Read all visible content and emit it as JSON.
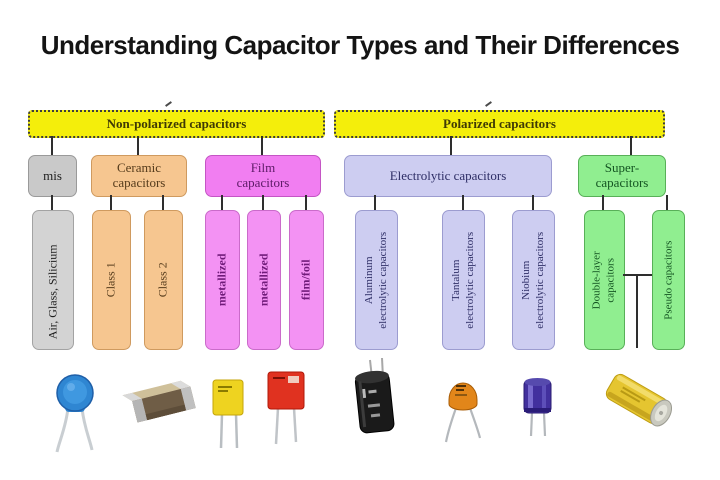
{
  "title": "Understanding Capacitor Types and Their Differences",
  "groups": {
    "non_polarized": {
      "label": "Non-polarized capacitors",
      "color": "#f4ee0b"
    },
    "polarized": {
      "label": "Polarized capacitors",
      "color": "#f4ee0b"
    }
  },
  "categories": {
    "mis": {
      "label": "mis",
      "color": "#c9c9c9"
    },
    "ceramic": {
      "label": "Ceramic capacitors",
      "color": "#f6c690"
    },
    "film": {
      "label": "Film capacitors",
      "color": "#f17ef1"
    },
    "electrolytic": {
      "label": "Electrolytic capacitors",
      "color": "#cdcdf1"
    },
    "supercap": {
      "label": "Super-capacitors",
      "color": "#90ee90"
    }
  },
  "subtypes": {
    "air_glass_silicium": {
      "lines": [
        "Air, Glass, Silicium"
      ]
    },
    "class_1": {
      "lines": [
        "Class 1"
      ]
    },
    "class_2": {
      "lines": [
        "Class 2"
      ]
    },
    "metallized_1": {
      "lines": [
        "metallized"
      ]
    },
    "metallized_2": {
      "lines": [
        "metallized"
      ]
    },
    "film_foil": {
      "lines": [
        "film/foil"
      ]
    },
    "aluminum": {
      "lines": [
        "Aluminum",
        "electrolytic capacitors"
      ]
    },
    "tantalum": {
      "lines": [
        "Tantalum",
        "electrolytic capacitors"
      ]
    },
    "niobium": {
      "lines": [
        "Niobium",
        "electrolytic capacitors"
      ]
    },
    "double_layer": {
      "lines": [
        "Double-layer",
        "capacitors"
      ]
    },
    "pseudo": {
      "lines": [
        "Pseudo capacitors"
      ]
    }
  },
  "photos": [
    {
      "name": "ceramic-disc-capacitor-photo",
      "color": "#2f86d2"
    },
    {
      "name": "mlcc-chip-capacitor-photo",
      "color": "#8a7354"
    },
    {
      "name": "yellow-film-capacitor-photo",
      "color": "#eed320"
    },
    {
      "name": "red-film-capacitor-photo",
      "color": "#e03220"
    },
    {
      "name": "aluminum-electrolytic-capacitor-photo",
      "color": "#181818"
    },
    {
      "name": "tantalum-capacitor-photo",
      "color": "#e2861a"
    },
    {
      "name": "niobium-electrolytic-capacitor-photo",
      "color": "#42309e"
    },
    {
      "name": "supercapacitor-photo",
      "color": "#e5c530"
    }
  ]
}
